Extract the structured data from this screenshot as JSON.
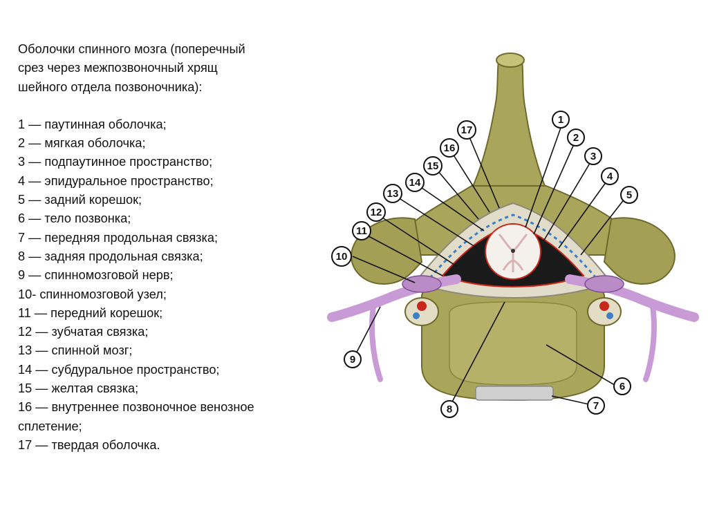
{
  "title_lines": [
    "Оболочки спинного мозга (поперечный",
    "срез через межпозвоночный хрящ",
    "шейного отдела позвоночника):"
  ],
  "legend_lines": [
    "1 — паутинная оболочка;",
    "2 — мягкая оболочка;",
    "3 — подпаутинное пространство;",
    "4 — эпидуральное пространство;",
    "5 — задний корешок;",
    "6 — тело позвонка;",
    "7 — передняя продольная связка;",
    "8 — задняя продольная связка;",
    "9 — спинномозговой нерв;",
    "10- спинномозговой узел;",
    "11 — передний корешок;",
    "12 — зубчатая связка;",
    "13 — спинной мозг;",
    "14 — субдуральное пространство;",
    "15 — желтая связка;",
    "16 — внутреннее позвоночное венозное",
    "сплетение;",
    "17 — твердая оболочка."
  ],
  "figure_labels": [
    "1",
    "2",
    "3",
    "4",
    "5",
    "6",
    "7",
    "8",
    "9",
    "10",
    "11",
    "12",
    "13",
    "14",
    "15",
    "16",
    "17"
  ],
  "colors": {
    "bone": "#a9a55a",
    "bone_dark": "#6f6a2c",
    "dura": "#d9d3c2",
    "nerve": "#c89ad6",
    "cord": "#f4f1ec",
    "vessel_red": "#c8281c",
    "vessel_blue": "#3d7fc4"
  }
}
